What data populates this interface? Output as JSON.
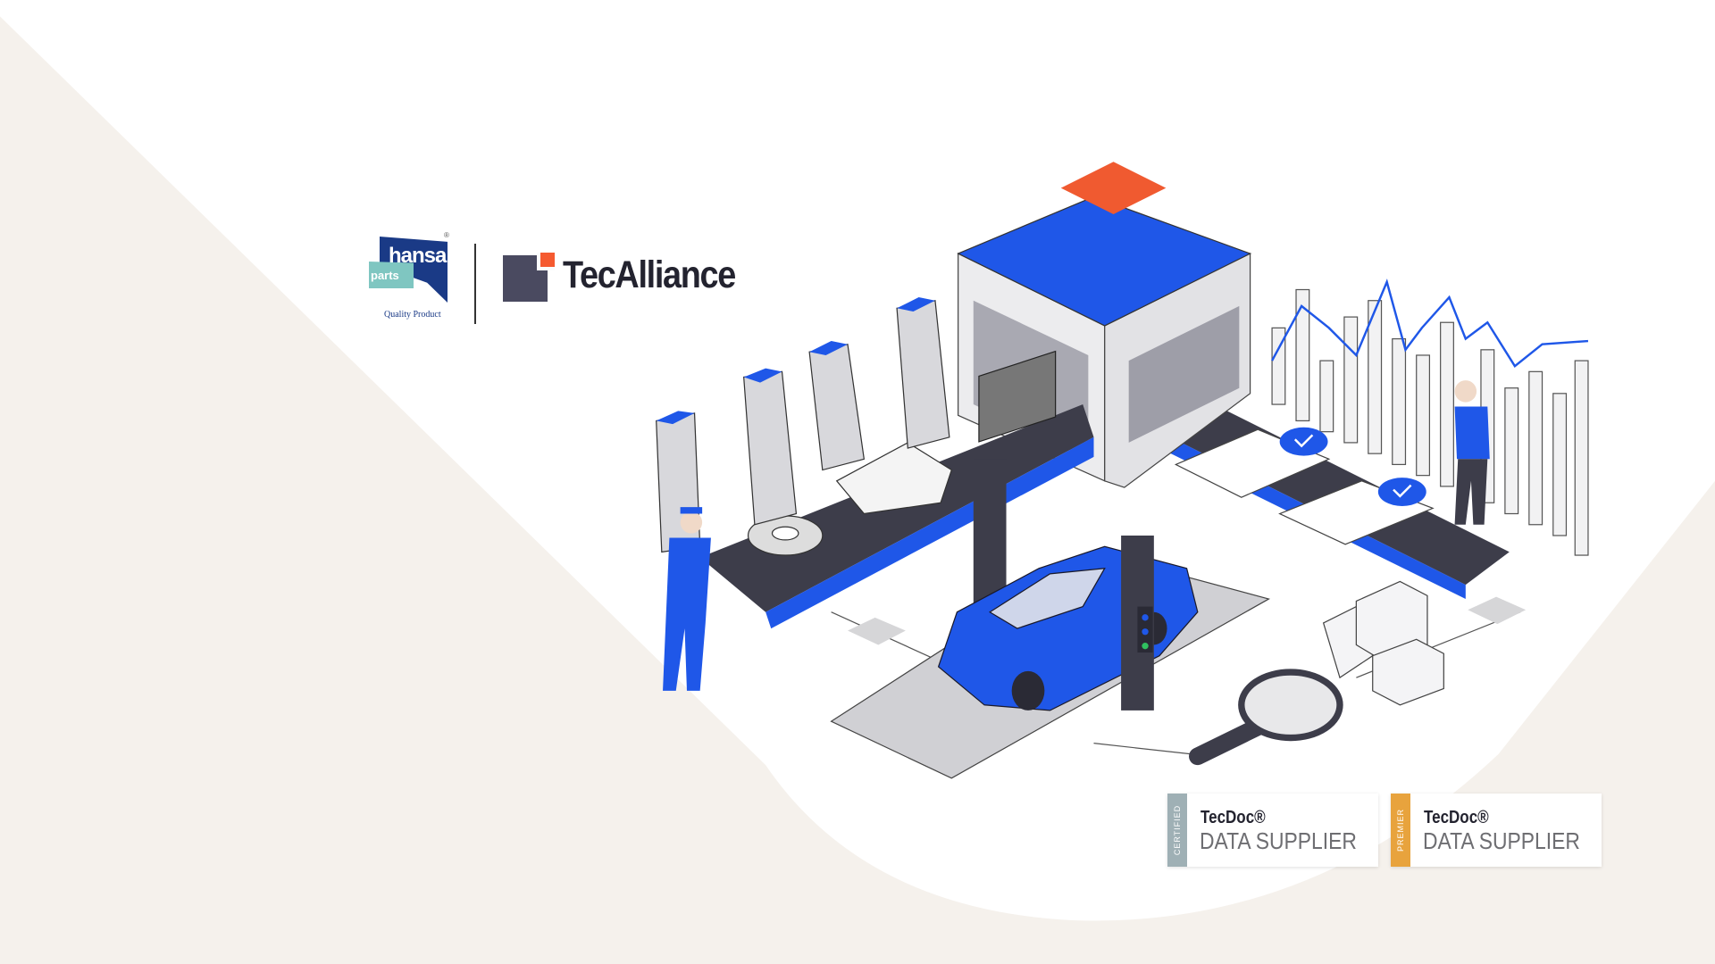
{
  "colors": {
    "background_beige": "#f5f1ec",
    "accent_blue": "#1f57e8",
    "accent_orange": "#f05a30",
    "certified_gray": "#9fb0b5",
    "premier_orange": "#e8a33d"
  },
  "logos": {
    "hansa": {
      "word": "hansa",
      "sub": "parts",
      "tagline": "Quality Product",
      "registered": "®"
    },
    "tecalliance": {
      "name": "TecAlliance"
    }
  },
  "badges": [
    {
      "tier": "CERTIFIED",
      "brand": "TecDoc®",
      "label": "DATA SUPPLIER"
    },
    {
      "tier": "PREMIER",
      "brand": "TecDoc®",
      "label": "DATA SUPPLIER"
    }
  ],
  "illustration": {
    "icon": "automotive-factory-illustration"
  }
}
